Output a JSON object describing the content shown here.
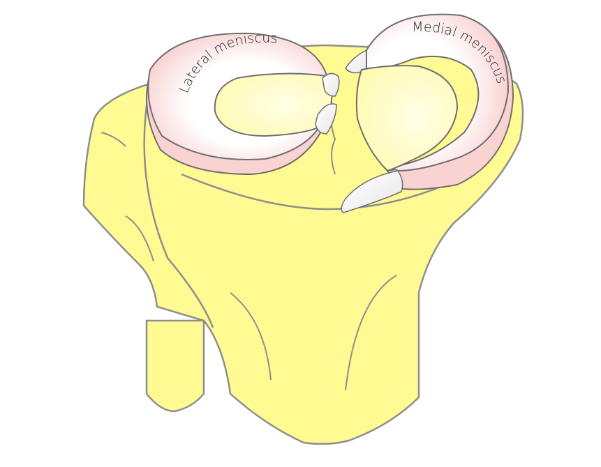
{
  "diagram": {
    "subject": "Tibial plateau with menisci (superior-oblique view)",
    "labels": {
      "lateral": "Lateral meniscus",
      "medial": "Medial meniscus"
    },
    "colors": {
      "bone_fill": "#FFFA92",
      "articular_fill": "#FFFCCB",
      "meniscus_outer": "#F9D2D2",
      "meniscus_inner": "#FFFFFF",
      "ligament_fill": "#F4F4F4",
      "outline": "#8E8E8E",
      "background": "#FFFFFF"
    }
  }
}
